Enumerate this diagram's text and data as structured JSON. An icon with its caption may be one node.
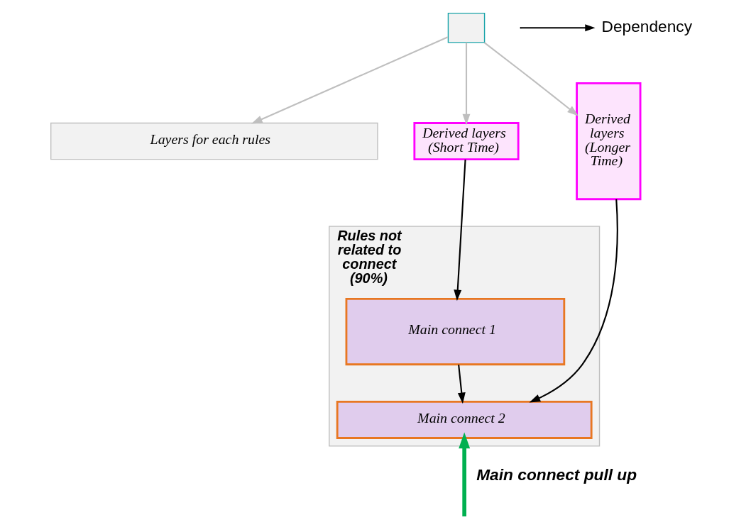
{
  "diagram": {
    "nodes": [
      {
        "text": [],
        "shape": "box"
      },
      {
        "text": [
          "Layers for each rules"
        ]
      },
      {
        "text": [
          "Rules not related to connect (90%)"
        ]
      },
      {
        "text": [
          "Derived layers (Short Time)"
        ]
      },
      {
        "text": [
          "Derived layers (Longer Time)"
        ]
      },
      {
        "text": [
          "Main connect 1"
        ],
        "in": 2
      },
      {
        "text": [
          "Main connect 2"
        ],
        "in": 2
      }
    ],
    "edges": [
      {
        "from": 0,
        "to": 1,
        "arrow": "to",
        "color": "#bfbfbf"
      },
      {
        "from": 0,
        "to": 3,
        "arrow": "to",
        "color": "#bfbfbf"
      },
      {
        "from": 0,
        "to": 4,
        "arrow": "to",
        "color": "#bfbfbf"
      },
      {
        "from": 3,
        "to": 5,
        "arrow": "to",
        "color": "#000000"
      },
      {
        "from": 5,
        "to": 6,
        "arrow": "to",
        "color": "#000000"
      },
      {
        "from": 4,
        "to": 6,
        "arrow": "to",
        "color": "#000000"
      },
      {
        "from": null,
        "to": 6,
        "arrow": "to",
        "label": "Main connect pull up",
        "style": "thick",
        "color": "#00b050"
      }
    ],
    "legend": [
      {
        "text": "Dependency"
      }
    ]
  }
}
